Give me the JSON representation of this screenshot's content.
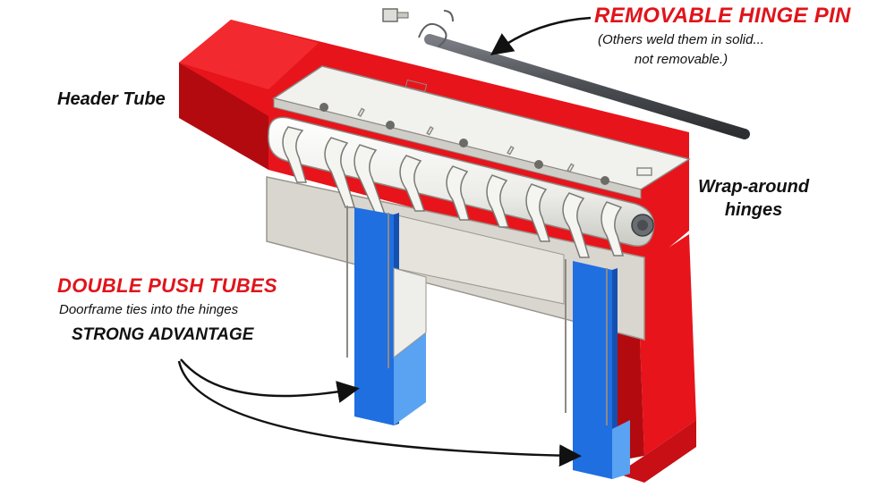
{
  "labels": {
    "header_tube": "Header Tube",
    "wrap_around_line1": "Wrap-around",
    "wrap_around_line2": "hinges",
    "pin_title": "REMOVABLE HINGE PIN",
    "pin_note_line1": "(Others weld them in solid...",
    "pin_note_line2": "not removable.)",
    "push_title": "DOUBLE PUSH TUBES",
    "push_subtitle": "Doorframe ties into the hinges",
    "push_advantage": "STRONG ADVANTAGE"
  },
  "colors": {
    "header_tube_red": "#e8141b",
    "header_tube_shade": "#b30a10",
    "push_tube_blue": "#1f6fe0",
    "push_tube_light": "#5aa2f2",
    "hinge_white": "#f4f4f0",
    "plate_gray": "#d9d6d0",
    "pin_dark": "#4a4d52",
    "accent_text_red": "#e0141b"
  }
}
